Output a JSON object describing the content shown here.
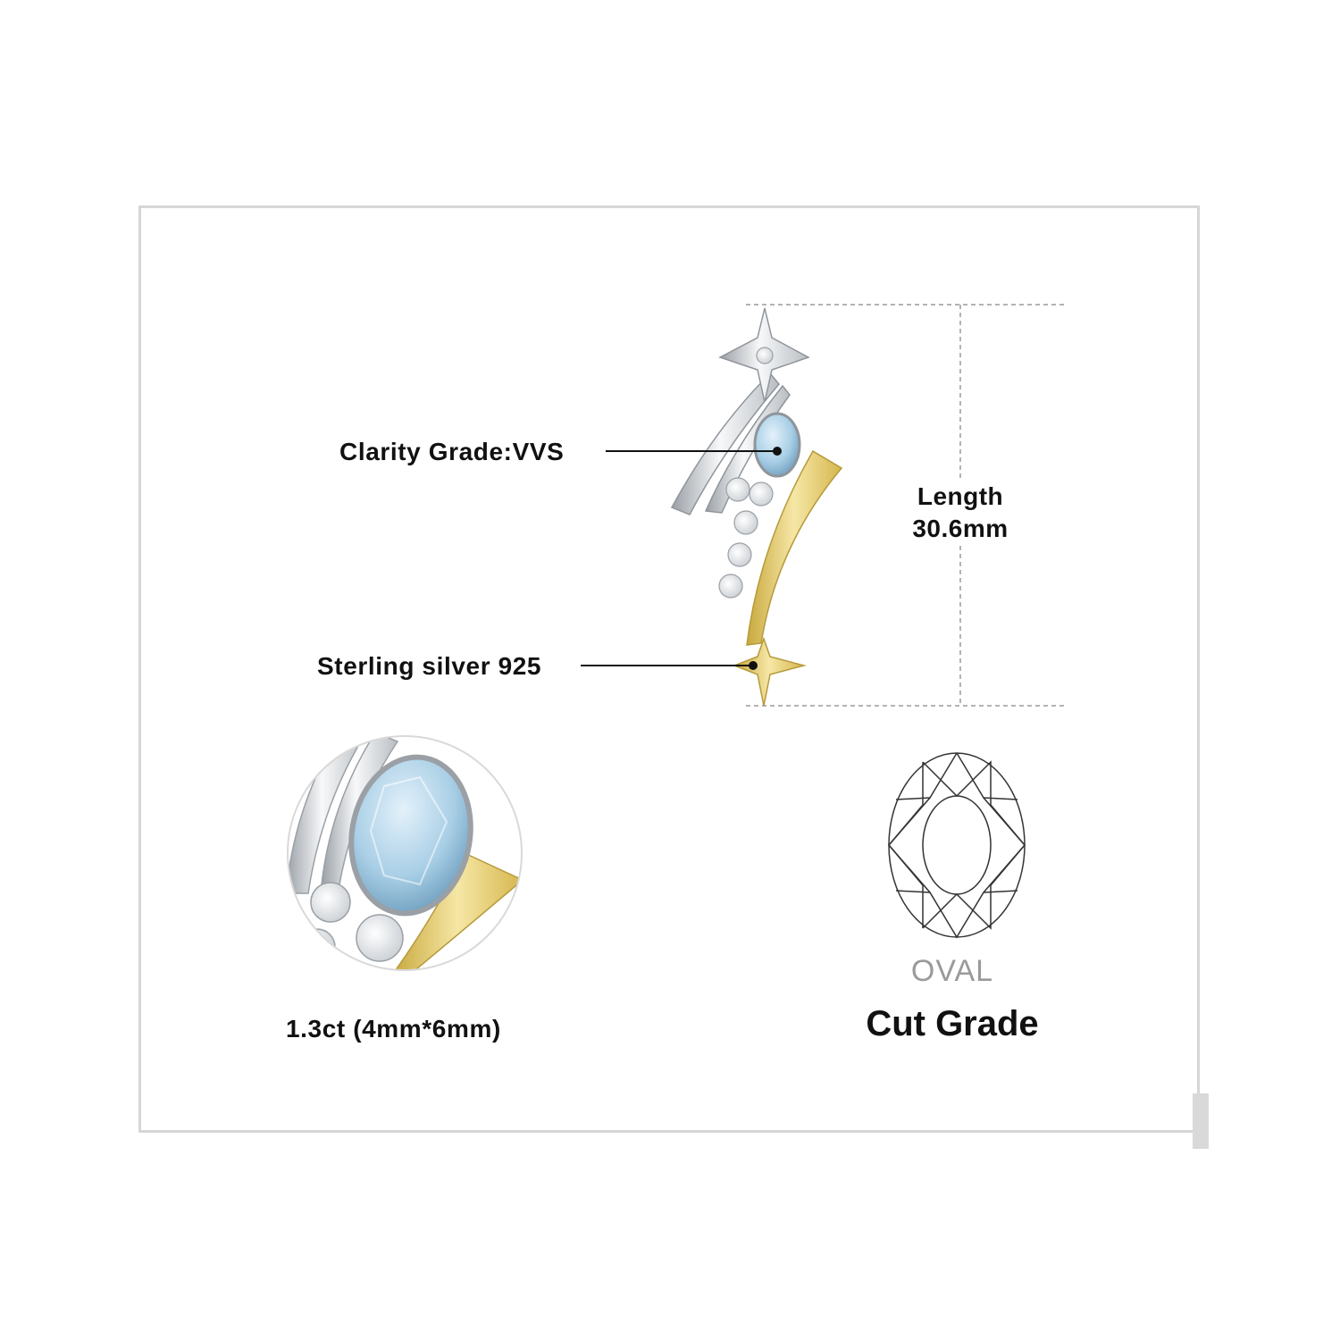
{
  "annotations": {
    "clarity": "Clarity Grade:VVS",
    "material": "Sterling silver 925",
    "length_title": "Length",
    "length_value": "30.6mm"
  },
  "detail": {
    "carat_size": "1.3ct (4mm*6mm)"
  },
  "cut": {
    "shape": "OVAL",
    "label": "Cut Grade"
  },
  "colors": {
    "frame": "#d6d6d6",
    "silver": "#e8ebee",
    "gold": "#e7cf72",
    "topaz": "#a9cfe6",
    "text": "#111111",
    "muted": "#9a9a9a"
  }
}
